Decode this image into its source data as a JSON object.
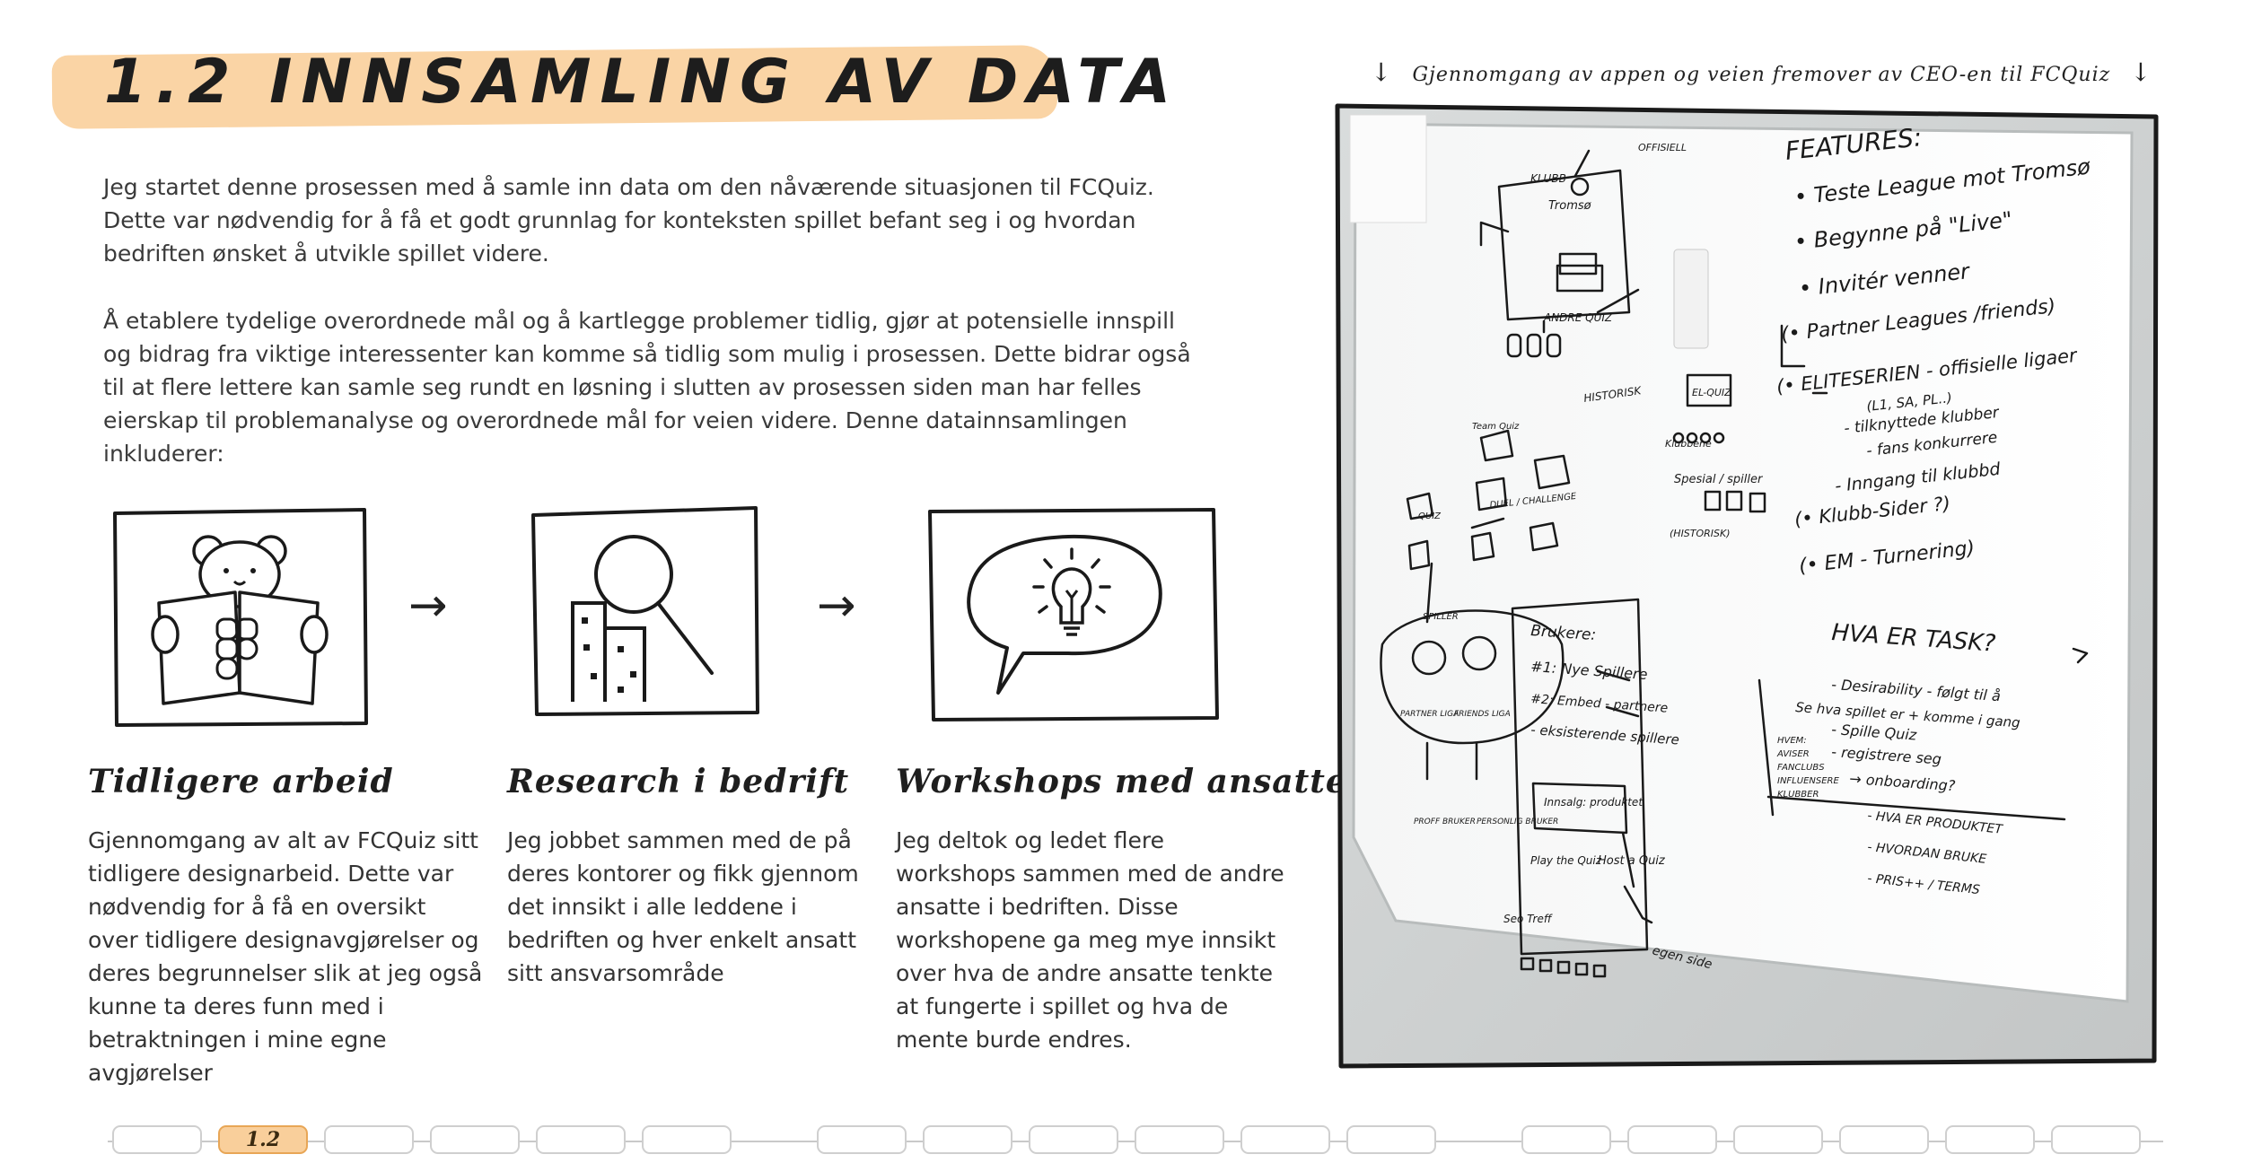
{
  "page": {
    "title": "1.2 INNSAMLING AV DATA",
    "intro": [
      "Jeg startet denne prosessen med å samle inn data om den nåværende situasjonen til FCQuiz. Dette var nødvendig for å få et godt grunnlag for konteksten spillet befant seg i og hvordan bedriften ønsket å utvikle spillet videre.",
      "Å etablere tydelige overordnede mål og å kartlegge problemer tidlig, gjør at potensielle innspill og bidrag fra viktige interessenter kan komme så tidlig som mulig i prosessen. Dette bidrar også til at flere lettere kan samle seg rundt en løsning i slutten av prosessen siden man har felles eierskap til problemanalyse og overordnede mål for veien videre. Denne datainnsamlingen inkluderer:"
    ],
    "columns": [
      {
        "title": "Tidligere arbeid",
        "text": "Gjennomgang av alt av FCQuiz sitt tidligere designarbeid. Dette var nødvendig for å få en oversikt over tidligere designavgjørelser og deres begrunnelser slik at jeg også kunne ta deres funn med i betraktningen i mine egne avgjørelser",
        "icon": "bear-reading-icon"
      },
      {
        "title": "Research i bedrift",
        "text": "Jeg jobbet sammen med de på deres kontorer og fikk gjennom det innsikt i alle leddene i bedriften og hver enkelt ansatt sitt ansvarsområde",
        "icon": "magnifier-building-icon"
      },
      {
        "title": "Workshops med ansatte",
        "text": "Jeg deltok og ledet flere workshops sammen med de andre ansatte i bedriften. Disse workshopene ga meg mye innsikt over hva de andre ansatte tenkte at fungerte i spillet og hva de mente burde endres.",
        "icon": "lightbulb-speech-icon"
      }
    ],
    "photo_caption": "Gjennomgang av appen og veien fremover av CEO-en til FCQuiz",
    "whiteboard": {
      "features_title": "FEATURES:",
      "features": [
        "• Teste League mot Tromsø",
        "• Begynne på \"Live\"",
        "• Invitér venner",
        "(• Partner Leagues /friends)",
        "(• ELITESERIEN - offisielle ligaer",
        "(L1, SA, PL..)",
        "- tilknyttede klubber",
        "- fans konkurrere",
        "- Inngang til klubbd",
        "(• Klubb-Sider ?)",
        "(• EM - Turnering)"
      ],
      "task_title": "HVA ER TASK?",
      "tasks": [
        "- Desirability - følgt til å",
        "Se hva spillet er + komme i gang",
        "- Spille Quiz",
        "- registrere seg",
        "→ onboarding?"
      ],
      "users_title": "Brukere:",
      "users": [
        "#1: Nye Spillere",
        "#2: Embed - partnere",
        "- eksisterende spillere"
      ],
      "partner_list": [
        "HVEM:",
        "AVISER",
        "FANCLUBS",
        "INFLUENSERE",
        "KLUBBER"
      ],
      "bottom_list": [
        "- HVA ER PRODUKTET",
        "- HVORDAN BRUKE",
        "- PRIS++ / TERMS"
      ],
      "labels": [
        "KLUBB",
        "OFFISIELL",
        "Tromsø",
        "ANDRE QUIZ",
        "HISTORISK",
        "EL-QUIZ",
        "Spesial / spiller",
        "Team Quiz",
        "DUEL / CHALLENGE",
        "QUIZ",
        "SPILLER",
        "PARTNER LIGA",
        "FRIENDS LIGA",
        "PROFF BRUKER",
        "PERSONLIG BRUKER",
        "Innsalg: produktet",
        "Play the Quiz",
        "Host a Quiz",
        "Seo Treff",
        "egen side",
        "(HISTORISK)",
        "Klubbene"
      ]
    },
    "nav": {
      "active_label": "1.2",
      "pill_count": 18
    }
  }
}
